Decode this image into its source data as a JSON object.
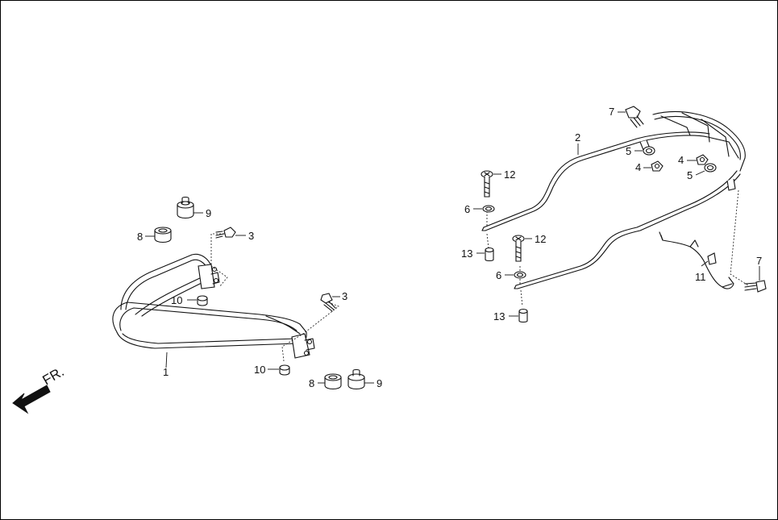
{
  "diagram": {
    "direction_label": "FR.",
    "callouts": {
      "c1": "1",
      "c2": "2",
      "c3a": "3",
      "c3b": "3",
      "c4a": "4",
      "c4b": "4",
      "c5a": "5",
      "c5b": "5",
      "c6a": "6",
      "c6b": "6",
      "c7a": "7",
      "c7b": "7",
      "c8a": "8",
      "c8b": "8",
      "c9a": "9",
      "c9b": "9",
      "c10a": "10",
      "c10b": "10",
      "c11": "11",
      "c12a": "12",
      "c12b": "12",
      "c13a": "13",
      "c13b": "13"
    },
    "colors": {
      "line": "#111111",
      "background": "#ffffff"
    }
  }
}
